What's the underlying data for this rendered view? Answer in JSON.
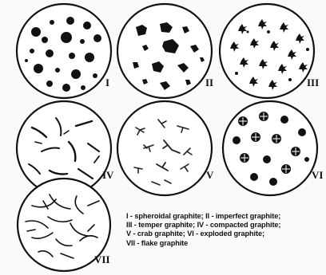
{
  "labels": {
    "I": "I",
    "II": "II",
    "III": "III",
    "IV": "IV",
    "V": "V",
    "VI": "VI",
    "VII": "VII"
  },
  "caption_lines": [
    "I - spheroidal graphite; II - imperfect graphite;",
    "III - temper graphite; IV - compacted graphite;",
    "V - crab graphite; VI - exploded graphite;",
    "VII - flake graphite"
  ],
  "colors": {
    "ink": "#111111",
    "background": "#fafafa"
  }
}
